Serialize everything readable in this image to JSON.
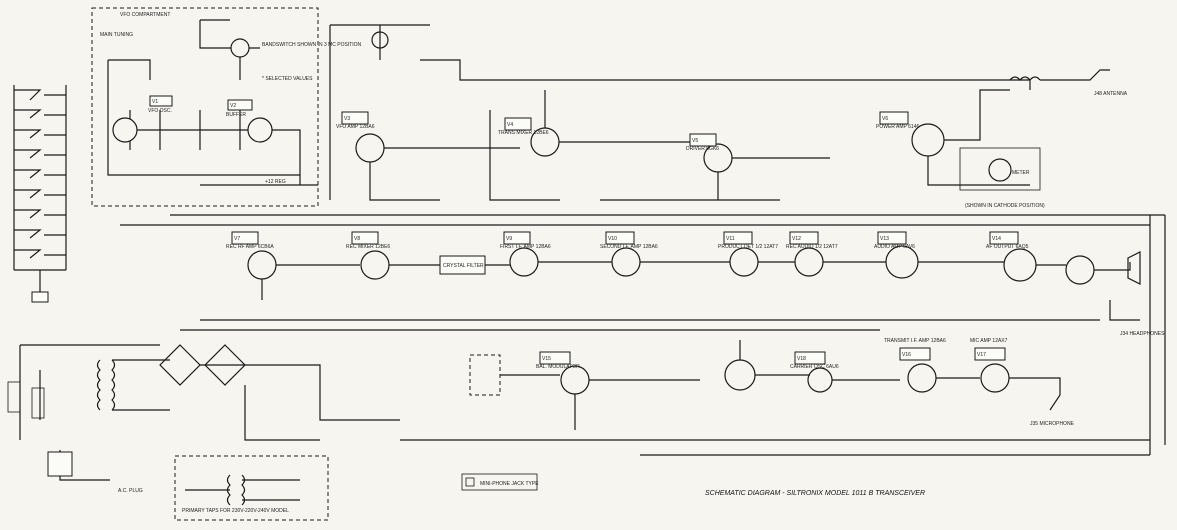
{
  "title": "SCHEMATIC DIAGRAM - SILTRONIX MODEL 1011 B TRANSCEIVER",
  "vfo_compartment": "VFO COMPARTMENT",
  "main_tuning": "MAIN TUNING",
  "bandswitch_note": "BANDSWITCH SHOWN IN 3 MC POSITION",
  "selected_values": "* SELECTED VALUES",
  "antenna": "J48 ANTENNA",
  "headphones": "J34 HEADPHONES",
  "microphone": "J35 MICROPHONE",
  "ac_plug": "A.C. PLUG",
  "meter": "METER",
  "meter_note": "(SHOWN IN CATHODE POSITION)",
  "jack_note": "MINI-PHONE JACK TYPE",
  "primary_taps": "PRIMARY TAPS FOR 230V-220V-240V MODEL",
  "reg_12v": "+12 REG",
  "crystal_filter": "CRYSTAL FILTER",
  "v_stages": [
    {
      "id": "V1",
      "name": "VFO OSC."
    },
    {
      "id": "V2",
      "name": "BUFFER"
    },
    {
      "id": "V3",
      "name": "VFO AMP 12BA6"
    },
    {
      "id": "V4",
      "name": "TRANS MIXER 12BE6"
    },
    {
      "id": "V5",
      "name": "DRIVER 6GK6"
    },
    {
      "id": "V6",
      "name": "POWER AMP 6146"
    },
    {
      "id": "V7",
      "name": "REC RF AMP 6CB6A"
    },
    {
      "id": "V8",
      "name": "REC MIXER 12BE6"
    },
    {
      "id": "V9",
      "name": "FIRST I.F. AMP 12BA6"
    },
    {
      "id": "V10",
      "name": "SECOND I.F. AMP 12BA6"
    },
    {
      "id": "V11",
      "name": "PRODUCT DET 1/2 12AT7"
    },
    {
      "id": "V12",
      "name": "REC AUDIO 1/2 12AT7"
    },
    {
      "id": "V13",
      "name": "AUDIO AMP 6AV6"
    },
    {
      "id": "V14",
      "name": "AF OUTPUT 6AQ5"
    },
    {
      "id": "V15",
      "name": "BAL. MODULATOR"
    },
    {
      "id": "V16",
      "name": "TRANSMIT I.F. AMP 12BA6"
    },
    {
      "id": "V17",
      "name": "MIC AMP 12AX7"
    },
    {
      "id": "V18",
      "name": "CARRIER OSC 6AU6"
    }
  ]
}
